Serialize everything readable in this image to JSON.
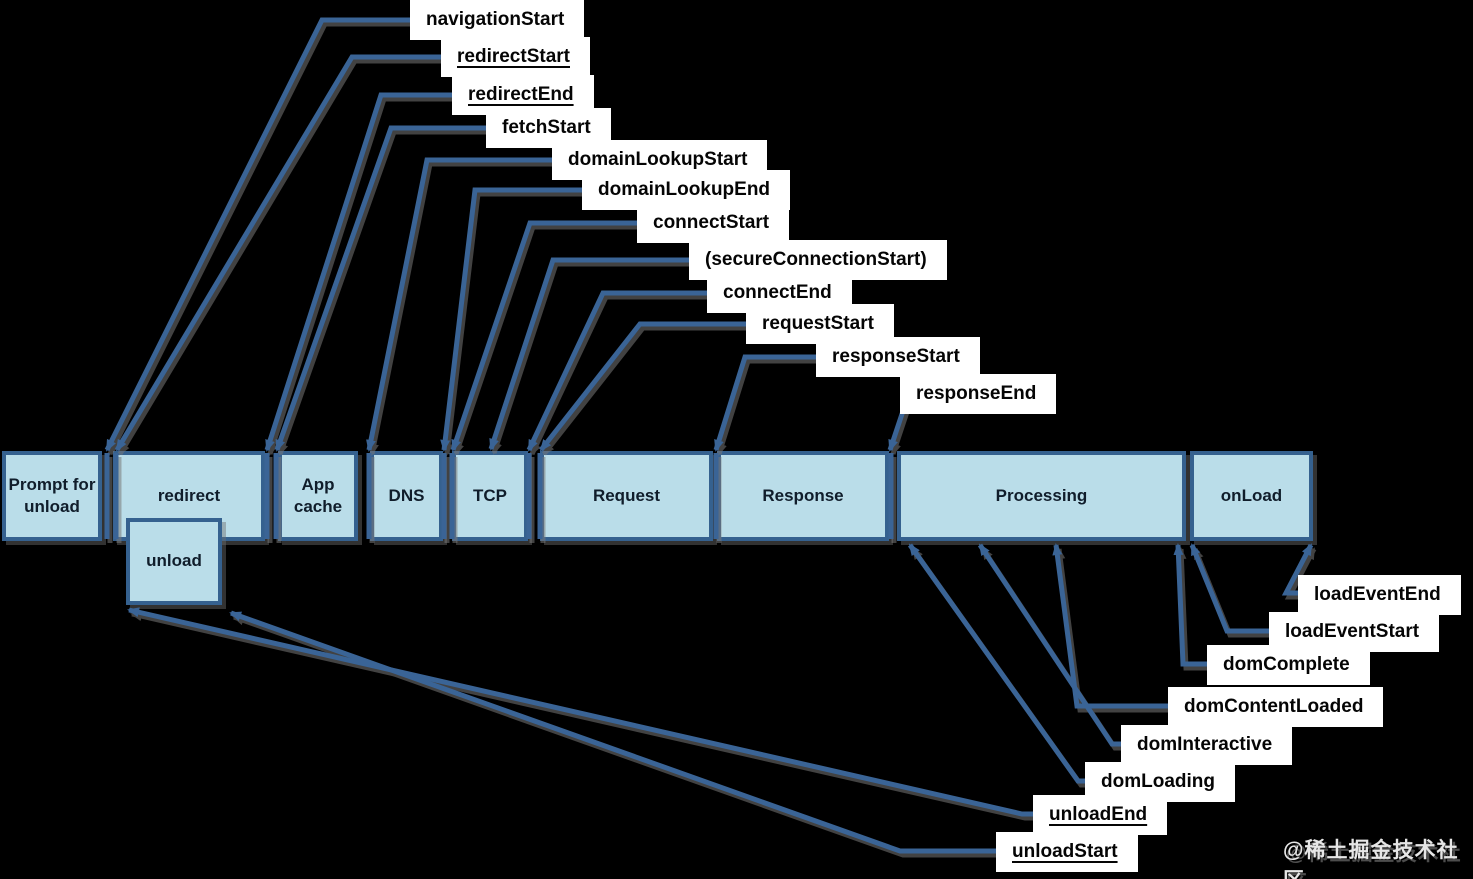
{
  "boxes": [
    {
      "id": "prompt-for-unload",
      "label": "Prompt for unload"
    },
    {
      "id": "redirect",
      "label": "redirect"
    },
    {
      "id": "unload",
      "label": "unload"
    },
    {
      "id": "app-cache",
      "label": "App cache"
    },
    {
      "id": "dns",
      "label": "DNS"
    },
    {
      "id": "tcp",
      "label": "TCP"
    },
    {
      "id": "request",
      "label": "Request"
    },
    {
      "id": "response",
      "label": "Response"
    },
    {
      "id": "processing",
      "label": "Processing"
    },
    {
      "id": "onload",
      "label": "onLoad"
    }
  ],
  "events_top": [
    {
      "label": "navigationStart",
      "underlined": false
    },
    {
      "label": "redirectStart",
      "underlined": true
    },
    {
      "label": "redirectEnd",
      "underlined": true
    },
    {
      "label": "fetchStart",
      "underlined": false
    },
    {
      "label": "domainLookupStart",
      "underlined": false
    },
    {
      "label": "domainLookupEnd",
      "underlined": false
    },
    {
      "label": "connectStart",
      "underlined": false
    },
    {
      "label": "(secureConnectionStart)",
      "underlined": false
    },
    {
      "label": "connectEnd",
      "underlined": false
    },
    {
      "label": "requestStart",
      "underlined": false
    },
    {
      "label": "responseStart",
      "underlined": false
    },
    {
      "label": "responseEnd",
      "underlined": false
    }
  ],
  "events_bottom": [
    {
      "label": "loadEventEnd",
      "underlined": false
    },
    {
      "label": "loadEventStart",
      "underlined": false
    },
    {
      "label": "domComplete",
      "underlined": false
    },
    {
      "label": "domContentLoaded",
      "underlined": false
    },
    {
      "label": "domInteractive",
      "underlined": false
    },
    {
      "label": "domLoading",
      "underlined": false
    },
    {
      "label": "unloadEnd",
      "underlined": true
    },
    {
      "label": "unloadStart",
      "underlined": true
    }
  ],
  "watermark": {
    "text": "@稀土掘金技术社区"
  },
  "colors": {
    "background": "#000000",
    "box_fill": "#badde9",
    "box_border": "#35618f",
    "connector": "#3a6496",
    "label_background": "#ffffff",
    "label_text": "#050505",
    "box_text": "#101d2b"
  }
}
